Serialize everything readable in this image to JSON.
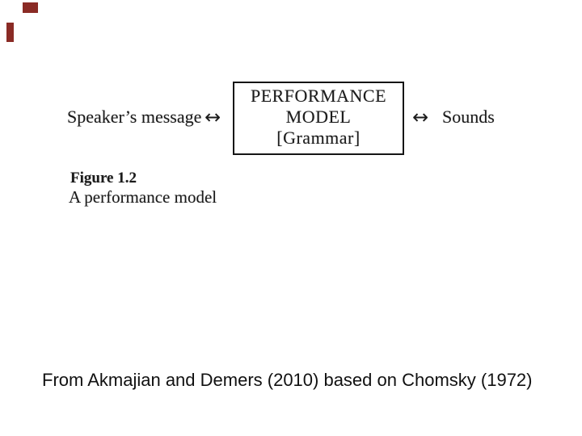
{
  "colors": {
    "background": "#ffffff",
    "scan_text": "#1b1b1b",
    "accent_red": "#8a2b25",
    "box_border": "#151515"
  },
  "diagram": {
    "left_label": "Speaker’s message",
    "left_arrow_icon": "↔",
    "box_lines": [
      "PERFORMANCE",
      "MODEL",
      "[Grammar]"
    ],
    "right_arrow_icon": "↔",
    "right_label": "Sounds"
  },
  "figure": {
    "number": "Figure 1.2",
    "caption": "A performance model"
  },
  "attribution": "From Akmajian and Demers (2010) based on Chomsky (1972)"
}
